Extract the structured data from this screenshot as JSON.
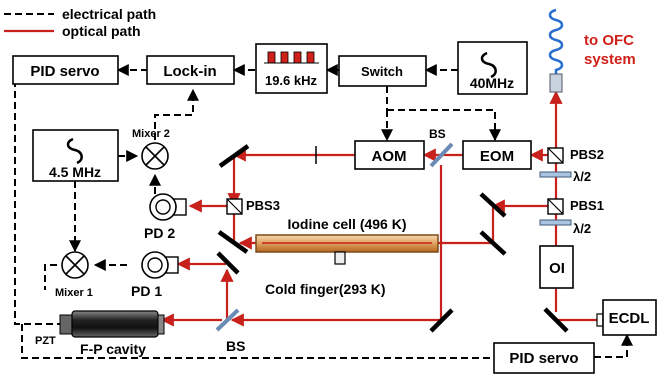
{
  "legend": {
    "electrical": "electrical path",
    "optical": "optical path"
  },
  "labels": {
    "pid_servo_top": "PID servo",
    "lockin": "Lock-in",
    "freq_196": "19.6 kHz",
    "switch": "Switch",
    "freq_40": "40MHz",
    "freq_45": "4.5 MHz",
    "mixer2": "Mixer 2",
    "mixer1": "Mixer 1",
    "aom": "AOM",
    "eom": "EOM",
    "bs_top": "BS",
    "bs_bottom": "BS",
    "pbs1": "PBS1",
    "pbs2": "PBS2",
    "pbs3": "PBS3",
    "half1": "λ/2",
    "half2": "λ/2",
    "pd1": "PD 1",
    "pd2": "PD 2",
    "iodine": "Iodine cell (496 K)",
    "cold": "Cold finger(293 K)",
    "oi": "OI",
    "ecdl": "ECDL",
    "pid_servo_bottom": "PID servo",
    "pzt": "PZT",
    "fp": "F-P cavity",
    "ofc_line1": "to OFC",
    "ofc_line2": "system"
  },
  "colors": {
    "optical": "#c8201b",
    "electrical": "#000000",
    "ofc_text": "#d0201a",
    "fiber": "#2a6fd0"
  }
}
